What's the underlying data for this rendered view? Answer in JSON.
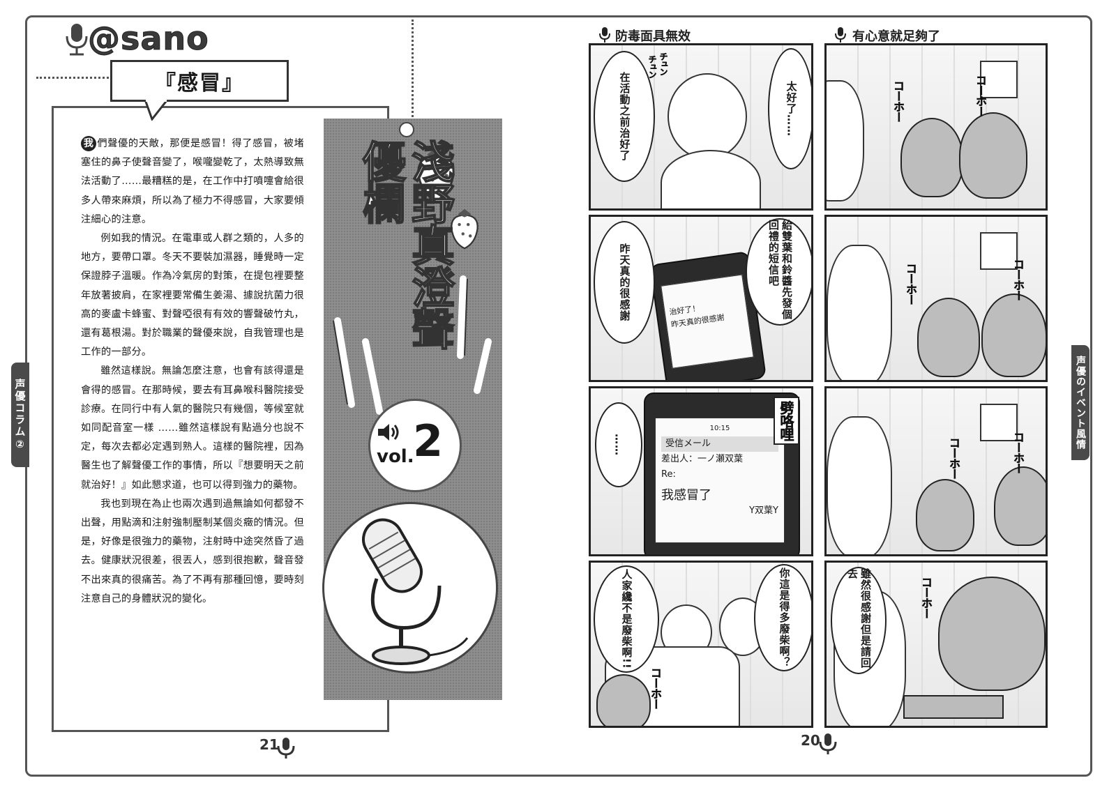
{
  "left_page": {
    "brand": "@sano",
    "column_title": "『感冒』",
    "drop_cap": "我",
    "paragraphs": [
      "們聲優的天敵，那便是感冒！得了感冒，被堵塞住的鼻子使聲音變了，喉嚨變乾了，太熱導致無法活動了……最糟糕的是，在工作中打噴嚏會給很多人帶來麻煩，所以為了極力不得感冒，大家要傾注細心的注意。",
      "例如我的情況。在電車或人群之類的，人多的地方，要帶口罩。冬天不要裝加濕器，睡覺時一定保證脖子溫暖。作為冷氣房的對策，在提包裡要整年放著披肩，在家裡要常備生姜湯、據說抗菌力很高的麥盧卡蜂蜜、對聲啞很有有效的響聲破竹丸，還有葛根湯。對於職業的聲優來說，自我管理也是工作的一部分。",
      "雖然這樣說。無論怎麼注意，也會有該得還是會得的感冒。在那時候，要去有耳鼻喉科醫院接受診療。在同行中有人氣的醫院只有幾個，等候室就如同配音室一樣 ……雖然這樣說有點過分也說不定，每次去都必定遇到熟人。這樣的醫院裡，因為醫生也了解聲優工作的事情，所以『想要明天之前就治好！』如此懇求道，也可以得到強力的藥物。",
      "我也到現在為止也兩次遇到過無論如何都發不出聲，用點滴和注射強制壓制某個炎癥的情況。但是，好像是很強力的藥物，注射時中途突然昏了過去。健康狀況很差，很丟人，感到很抱歉，聲音發不出來真的很痛苦。為了不再有那種回憶，要時刻注意自己的身體狀況的變化。"
    ],
    "bookmark_title": "淺野真澄聲優欄",
    "vol_label": "vol.",
    "vol_number": "2",
    "side_tab": "声優コラム②",
    "page_number": "21"
  },
  "right_page": {
    "side_tab": "声優のイベント風情",
    "page_number": "20",
    "strips": [
      {
        "title": "防毒面具無效",
        "panels": [
          {
            "bubbles": [
              "在活動之前治好了",
              "太好了……"
            ],
            "sfx": [
              "チュン",
              "チュン"
            ]
          },
          {
            "bubbles": [
              "昨天真的很感謝",
              "給雙葉和鈴醬先發個回禮的短信吧"
            ],
            "phone_lines": [
              "治好了！",
              "昨天真的很感謝"
            ]
          },
          {
            "bubbles": [
              "……"
            ],
            "sfx": [
              "劈咯哩"
            ],
            "phone_lines": [
              "10:15",
              "受信メール",
              "差出人：一ノ瀬双葉",
              "Re:",
              "我感冒了",
              "Y双葉Y"
            ]
          },
          {
            "bubbles": [
              "人家纔不是廢柴啊!!",
              "你這是得多廢柴啊？"
            ],
            "sfx": [
              "コーホー"
            ]
          }
        ]
      },
      {
        "title": "有心意就足夠了",
        "panels": [
          {
            "bubbles": [],
            "sfx": [
              "コーホー",
              "コーホー"
            ]
          },
          {
            "bubbles": [],
            "sfx": [
              "コーホー",
              "コーホー"
            ]
          },
          {
            "bubbles": [],
            "sfx": [
              "コーホー",
              "コーホー"
            ]
          },
          {
            "bubbles": [
              "雖然很感謝但是請回去"
            ],
            "sfx": [
              "コーホー"
            ]
          }
        ]
      }
    ]
  }
}
